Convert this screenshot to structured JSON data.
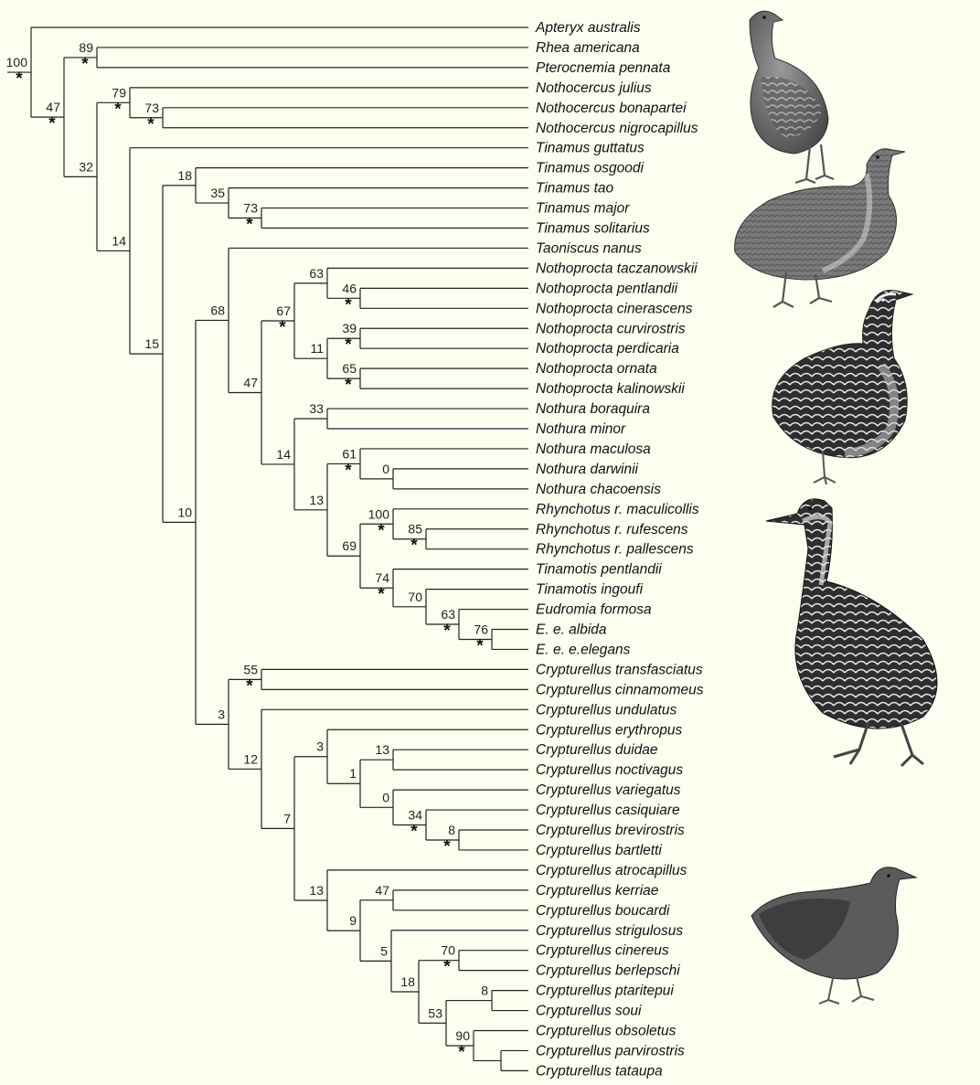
{
  "taxa": [
    "Apteryx australis",
    "Rhea americana",
    "Pterocnemia pennata",
    "Nothocercus julius",
    "Nothocercus bonapartei",
    "Nothocercus nigrocapillus",
    "Tinamus guttatus",
    "Tinamus osgoodi",
    "Tinamus tao",
    "Tinamus major",
    "Tinamus solitarius",
    "Taoniscus nanus",
    "Nothoprocta taczanowskii",
    "Nothoprocta pentlandii",
    "Nothoprocta cinerascens",
    "Nothoprocta curvirostris",
    "Nothoprocta perdicaria",
    "Nothoprocta ornata",
    "Nothoprocta kalinowskii",
    "Nothura boraquira",
    "Nothura minor",
    "Nothura maculosa",
    "Nothura darwinii",
    "Nothura chacoensis",
    "Rhynchotus r. maculicollis",
    "Rhynchotus r. rufescens",
    "Rhynchotus r. pallescens",
    "Tinamotis pentlandii",
    "Tinamotis ingoufi",
    "Eudromia formosa",
    "E. e. albida",
    "E. e. e.elegans",
    "Crypturellus transfasciatus",
    "Crypturellus cinnamomeus",
    "Crypturellus undulatus",
    "Crypturellus erythropus",
    "Crypturellus duidae",
    "Crypturellus noctivagus",
    "Crypturellus variegatus",
    "Crypturellus casiquiare",
    "Crypturellus brevirostris",
    "Crypturellus bartletti",
    "Crypturellus atrocapillus",
    "Crypturellus kerriae",
    "Crypturellus boucardi",
    "Crypturellus strigulosus",
    "Crypturellus cinereus",
    "Crypturellus berlepschi",
    "Crypturellus ptaritepui",
    "Crypturellus soui",
    "Crypturellus obsoletus",
    "Crypturellus parvirostris",
    "Crypturellus tataupa"
  ],
  "tree": {
    "s": "100",
    "star": true,
    "c": [
      0,
      {
        "s": "47",
        "star": true,
        "c": [
          {
            "s": "89",
            "star": true,
            "c": [
              1,
              2
            ]
          },
          {
            "s": "32",
            "c": [
              {
                "s": "79",
                "star": true,
                "c": [
                  3,
                  {
                    "s": "73",
                    "star": true,
                    "c": [
                      4,
                      5
                    ]
                  }
                ]
              },
              {
                "s": "14",
                "c": [
                  6,
                  {
                    "s": "15",
                    "c": [
                      {
                        "s": "18",
                        "c": [
                          7,
                          {
                            "s": "35",
                            "c": [
                              8,
                              {
                                "s": "73",
                                "star": true,
                                "c": [
                                  9,
                                  10
                                ]
                              }
                            ]
                          }
                        ]
                      },
                      {
                        "s": "10",
                        "c": [
                          {
                            "s": "68",
                            "c": [
                              11,
                              {
                                "s": "47",
                                "c": [
                                  {
                                    "s": "67",
                                    "star": true,
                                    "c": [
                                      {
                                        "s": "63",
                                        "c": [
                                          12,
                                          {
                                            "s": "46",
                                            "star": true,
                                            "c": [
                                              13,
                                              14
                                            ]
                                          }
                                        ]
                                      },
                                      {
                                        "s": "11",
                                        "c": [
                                          {
                                            "s": "39",
                                            "star": true,
                                            "c": [
                                              15,
                                              16
                                            ]
                                          },
                                          {
                                            "s": "65",
                                            "star": true,
                                            "c": [
                                              17,
                                              18
                                            ]
                                          }
                                        ]
                                      }
                                    ]
                                  },
                                  {
                                    "s": "14",
                                    "c": [
                                      {
                                        "s": "33",
                                        "c": [
                                          19,
                                          20
                                        ]
                                      },
                                      {
                                        "s": "13",
                                        "c": [
                                          {
                                            "s": "61",
                                            "star": true,
                                            "c": [
                                              21,
                                              {
                                                "s": "0",
                                                "c": [
                                                  22,
                                                  23
                                                ]
                                              }
                                            ]
                                          },
                                          {
                                            "s": "69",
                                            "c": [
                                              {
                                                "s": "100",
                                                "star": true,
                                                "c": [
                                                  24,
                                                  {
                                                    "s": "85",
                                                    "star": true,
                                                    "c": [
                                                      25,
                                                      26
                                                    ]
                                                  }
                                                ]
                                              },
                                              {
                                                "s": "74",
                                                "star": true,
                                                "c": [
                                                  27,
                                                  {
                                                    "s": "70",
                                                    "c": [
                                                      28,
                                                      {
                                                        "s": "63",
                                                        "star": true,
                                                        "c": [
                                                          29,
                                                          {
                                                            "s": "76",
                                                            "star": true,
                                                            "c": [
                                                              30,
                                                              31
                                                            ]
                                                          }
                                                        ]
                                                      }
                                                    ]
                                                  }
                                                ]
                                              }
                                            ]
                                          }
                                        ]
                                      }
                                    ]
                                  }
                                ]
                              }
                            ]
                          },
                          {
                            "s": "3",
                            "c": [
                              {
                                "s": "55",
                                "star": true,
                                "c": [
                                  32,
                                  33
                                ]
                              },
                              {
                                "s": "12",
                                "c": [
                                  34,
                                  {
                                    "s": "7",
                                    "c": [
                                      {
                                        "s": "3",
                                        "c": [
                                          35,
                                          {
                                            "s": "1",
                                            "c": [
                                              {
                                                "s": "13",
                                                "c": [
                                                  36,
                                                  37
                                                ]
                                              },
                                              {
                                                "s": "0",
                                                "c": [
                                                  38,
                                                  {
                                                    "s": "34",
                                                    "star": true,
                                                    "c": [
                                                      39,
                                                      {
                                                        "s": "8",
                                                        "star": true,
                                                        "c": [
                                                          40,
                                                          41
                                                        ]
                                                      }
                                                    ]
                                                  }
                                                ]
                                              }
                                            ]
                                          }
                                        ]
                                      },
                                      {
                                        "s": "13",
                                        "c": [
                                          42,
                                          {
                                            "s": "9",
                                            "c": [
                                              {
                                                "s": "47",
                                                "c": [
                                                  43,
                                                  44
                                                ]
                                              },
                                              {
                                                "s": "5",
                                                "c": [
                                                  45,
                                                  {
                                                    "s": "18",
                                                    "c": [
                                                      {
                                                        "s": "70",
                                                        "star": true,
                                                        "c": [
                                                          46,
                                                          47
                                                        ]
                                                      },
                                                      {
                                                        "s": "53",
                                                        "c": [
                                                          {
                                                            "s": "8",
                                                            "c": [
                                                              48,
                                                              49
                                                            ]
                                                          },
                                                          {
                                                            "s": "90",
                                                            "star": true,
                                                            "c": [
                                                              50,
                                                              {
                                                                "s": "",
                                                                "c": [
                                                                  51,
                                                                  52
                                                                ]
                                                              }
                                                            ]
                                                          }
                                                        ]
                                                      }
                                                    ]
                                                  }
                                                ]
                                              }
                                            ]
                                          }
                                        ]
                                      }
                                    ]
                                  }
                                ]
                              }
                            ]
                          }
                        ]
                      }
                    ]
                  }
                ]
              }
            ]
          }
        ]
      }
    ]
  },
  "bird_illustrations": [
    "nothocercus-bird",
    "tinamus-bird",
    "nothoprocta-bird",
    "eudromia-bird",
    "crypturellus-bird"
  ]
}
